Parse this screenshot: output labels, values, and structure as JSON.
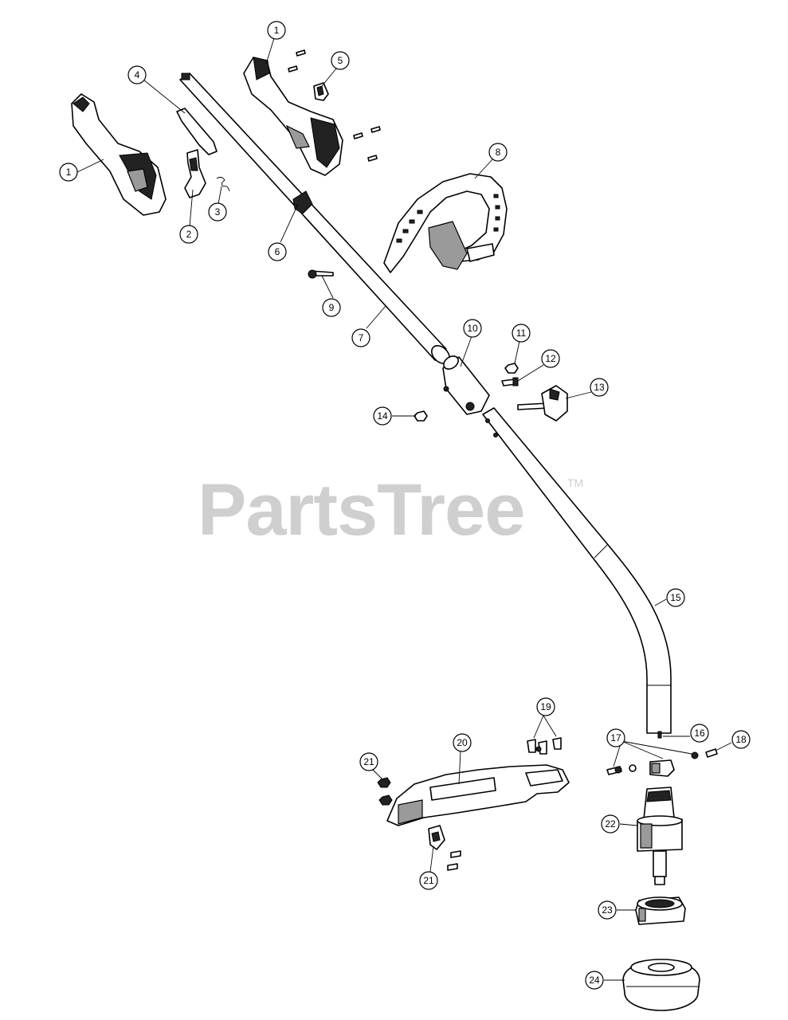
{
  "watermark": {
    "brand": "PartsTree",
    "tm": "TM"
  },
  "callouts": [
    {
      "label": "1"
    },
    {
      "label": "1"
    },
    {
      "label": "2"
    },
    {
      "label": "3"
    },
    {
      "label": "4"
    },
    {
      "label": "5"
    },
    {
      "label": "6"
    },
    {
      "label": "7"
    },
    {
      "label": "8"
    },
    {
      "label": "9"
    },
    {
      "label": "10"
    },
    {
      "label": "11"
    },
    {
      "label": "12"
    },
    {
      "label": "13"
    },
    {
      "label": "14"
    },
    {
      "label": "15"
    },
    {
      "label": "16"
    },
    {
      "label": "17"
    },
    {
      "label": "18"
    },
    {
      "label": "19"
    },
    {
      "label": "20"
    },
    {
      "label": "21"
    },
    {
      "label": "21"
    },
    {
      "label": "22"
    },
    {
      "label": "23"
    },
    {
      "label": "24"
    }
  ]
}
